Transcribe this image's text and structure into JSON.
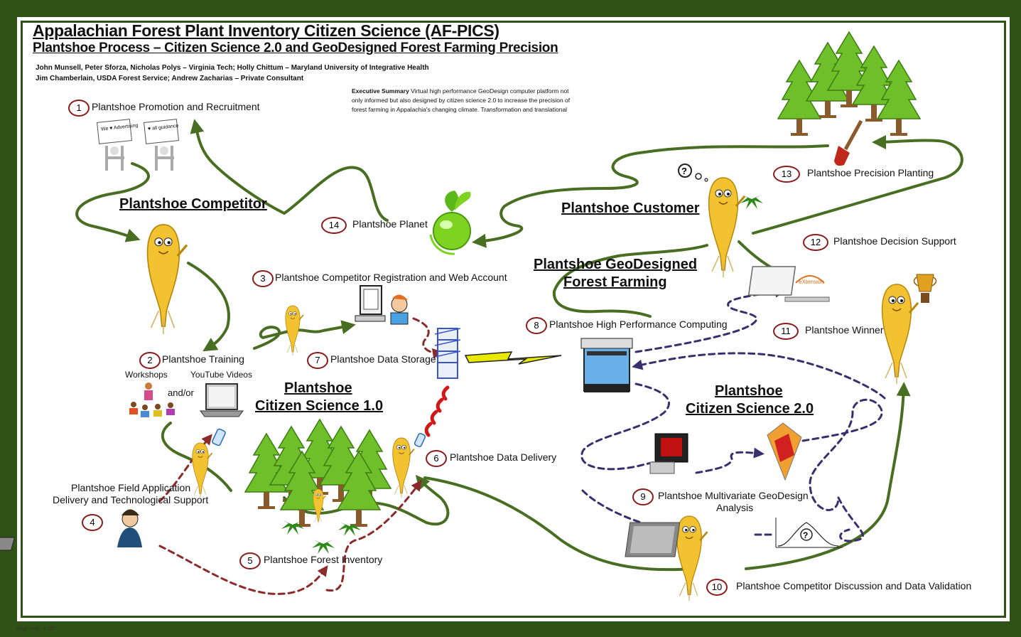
{
  "title": "Appalachian Forest Plant Inventory Citizen Science (AF-PICS)",
  "subtitle": "Plantshoe Process  –  Citizen Science 2.0 and GeoDesigned Forest Farming Precision",
  "authors": [
    "John Munsell, Peter Sforza, Nicholas Polys – Virginia Tech; Holly Chittum – Maryland University of Integrative Health",
    "Jim Chamberlain, USDA Forest Service; Andrew Zacharias – Private Consultant"
  ],
  "executive_summary": {
    "label": "Executive Summary",
    "lines": [
      " Virtual high performance GeoDesign computer platform not",
      "only informed  but also designed by citizen science 2.0 to increase the precision of",
      "forest farming in Appalachia's changing climate. Transformation and translational"
    ]
  },
  "steps": {
    "s1": {
      "num": "1",
      "label": "Plantshoe Promotion and Recruitment"
    },
    "s2": {
      "num": "2",
      "label": "Plantshoe Training"
    },
    "s3": {
      "num": "3",
      "label": "Plantshoe Competitor Registration and Web Account"
    },
    "s4": {
      "num": "4",
      "label_line1": "Plantshoe Field Application",
      "label_line2": "Delivery and Technological Support"
    },
    "s5": {
      "num": "5",
      "label": "Plantshoe Forest Inventory"
    },
    "s6": {
      "num": "6",
      "label": "Plantshoe Data Delivery"
    },
    "s7": {
      "num": "7",
      "label": "Plantshoe Data Storage"
    },
    "s8": {
      "num": "8",
      "label": "Plantshoe High Performance Computing"
    },
    "s9": {
      "num": "9",
      "label_line1": "Plantshoe Multivariate GeoDesign",
      "label_line2": "Analysis"
    },
    "s10": {
      "num": "10",
      "label": "Plantshoe Competitor Discussion and  Data Validation"
    },
    "s11": {
      "num": "11",
      "label": "Plantshoe Winner"
    },
    "s12": {
      "num": "12",
      "label": "Plantshoe Decision Support"
    },
    "s13": {
      "num": "13",
      "label": "Plantshoe Precision Planting"
    },
    "s14": {
      "num": "14",
      "label": "Plantshoe Planet"
    }
  },
  "headings": {
    "competitor": "Plantshoe Competitor",
    "customer": "Plantshoe Customer",
    "geodesigned_line1": "Plantshoe GeoDesigned",
    "geodesigned_line2": "Forest Farming",
    "cs1_line1": "Plantshoe",
    "cs1_line2": "Citizen Science 1.0",
    "cs2_line1": "Plantshoe",
    "cs2_line2": "Citizen Science 2.0"
  },
  "training": {
    "workshops": "Workshops",
    "youtube": "YouTube Videos",
    "andor": "and/or"
  },
  "signs": {
    "left": "We ♥ Advertising",
    "right": "♥ all guidance"
  },
  "extension_logo": "eXtension",
  "image_credit": "Image credit – 11397",
  "colors": {
    "frame": "#2f5216",
    "path": "#486e22",
    "dashed": "#3a2f6e",
    "dashed_red": "#8b2a2a",
    "number_ring": "#8b1a1a",
    "tree": "#6fbf2a",
    "ginseng": "#f2c230"
  },
  "icons": [
    "ginseng-mascot-icon",
    "tree-icon",
    "planet-icon",
    "computer-icon",
    "server-icon",
    "laptop-icon",
    "phone-icon",
    "trophy-icon",
    "shovel-icon",
    "lightning-icon",
    "wifi-signal-icon",
    "map-icon",
    "bell-curve-icon",
    "thought-bubble-icon",
    "people-icon"
  ]
}
